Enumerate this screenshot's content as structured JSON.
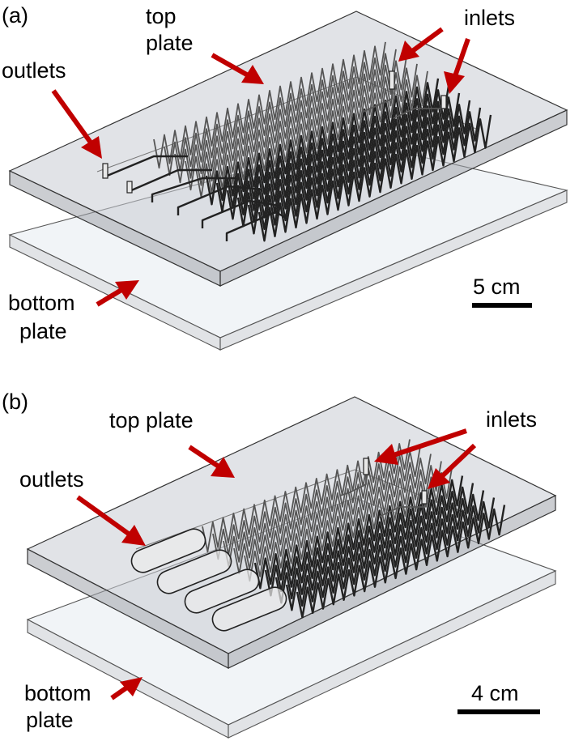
{
  "panel_a": {
    "panel_label": "(a)",
    "labels": {
      "top_plate_line1": "top",
      "top_plate_line2": "plate",
      "inlets": "inlets",
      "outlets": "outlets",
      "bottom_plate_line1": "bottom",
      "bottom_plate_line2": "plate"
    },
    "scale_label": "5 cm"
  },
  "panel_b": {
    "panel_label": "(b)",
    "labels": {
      "top_plate": "top plate",
      "inlets": "inlets",
      "outlets": "outlets",
      "bottom_plate_line1": "bottom",
      "bottom_plate_line2": "plate"
    },
    "scale_label": "4 cm"
  },
  "colors": {
    "arrow": "#c00000",
    "channel": "#222222",
    "plate": "#c8ccd4"
  }
}
